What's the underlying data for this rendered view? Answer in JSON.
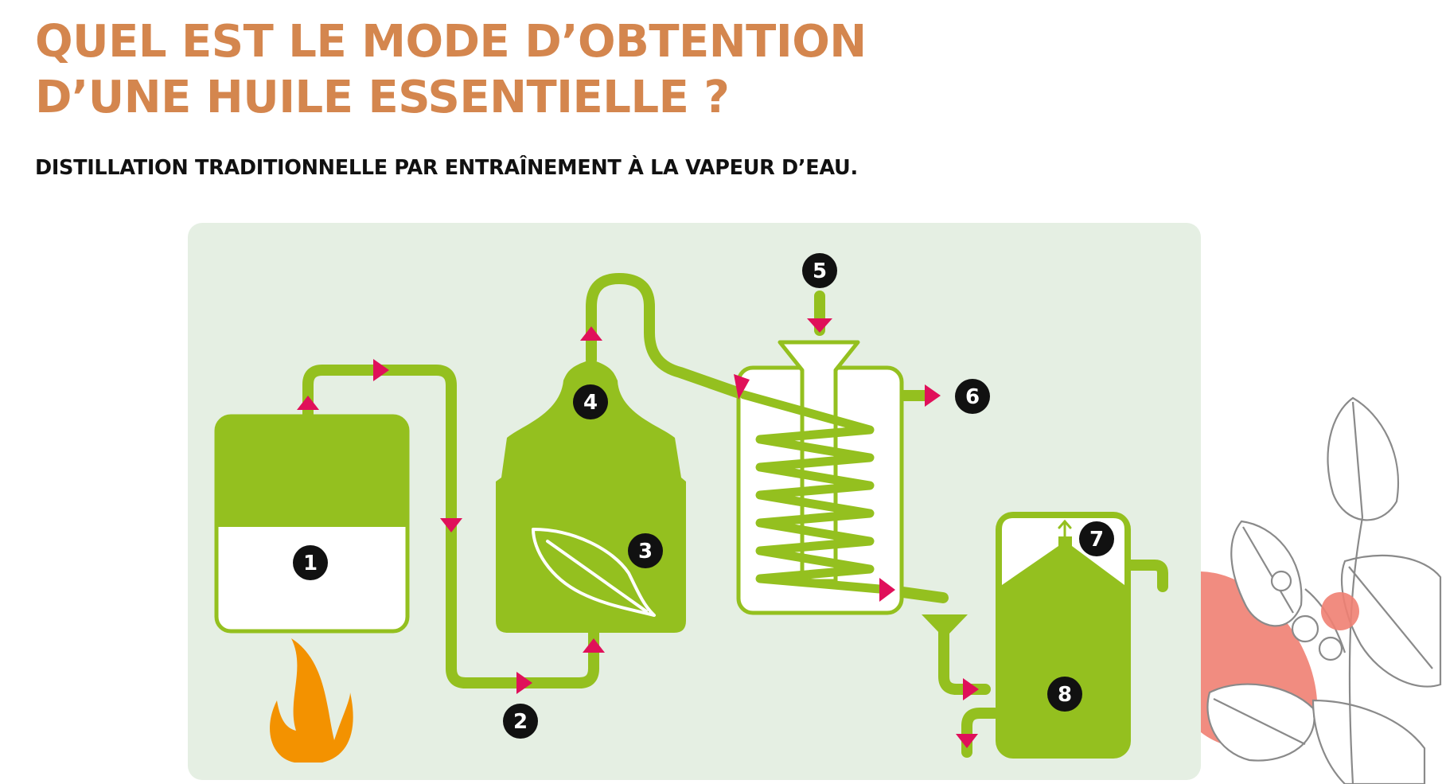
{
  "header": {
    "title_line1": "QUEL EST LE MODE D’OBTENTION",
    "title_line2": "D’UNE HUILE ESSENTIELLE ?",
    "subtitle": "DISTILLATION TRADITIONNELLE PAR ENTRAÎNEMENT À LA VAPEUR D’EAU."
  },
  "diagram": {
    "markers": [
      "1",
      "2",
      "3",
      "4",
      "5",
      "6",
      "7",
      "8"
    ]
  },
  "colors": {
    "title": "#d4864e",
    "panel_bg": "#e5efe3",
    "green": "#94c01f",
    "arrow": "#e0105a",
    "flame": "#f39200",
    "salmon": "#ef8072"
  }
}
